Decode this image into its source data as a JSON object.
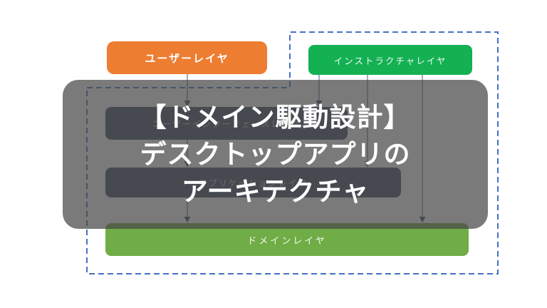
{
  "title_overlay": {
    "lines": [
      "【ドメイン駆動設計】",
      "デスクトップアプリの",
      "アーキテクチャ"
    ]
  },
  "diagram": {
    "layers": {
      "user": "ユーザーレイヤ",
      "infrastructure": "インストラクチャレイヤ",
      "user_interface": "ユーザーインターフェースレイヤ",
      "application": "アプリケーションレイヤ",
      "domain": "ドメインレイヤ"
    },
    "connections": [
      {
        "from": "user",
        "to": "user_interface"
      },
      {
        "from": "user_interface",
        "to": "application"
      },
      {
        "from": "application",
        "to": "domain"
      },
      {
        "from": "infrastructure",
        "to": "user_interface"
      },
      {
        "from": "infrastructure",
        "to": "application"
      },
      {
        "from": "infrastructure",
        "to": "domain"
      }
    ]
  },
  "theme": {
    "user-box": "#ED7D31",
    "infra-box": "#14B152",
    "slate-box": "#44546A",
    "domain-box": "#70AD47",
    "dash-border": "#4472C4",
    "connector": "#7585A8",
    "arrow": "#44546A",
    "overlay": "rgba(70,70,70,0.72)",
    "title-text": "#FFFFFF"
  }
}
